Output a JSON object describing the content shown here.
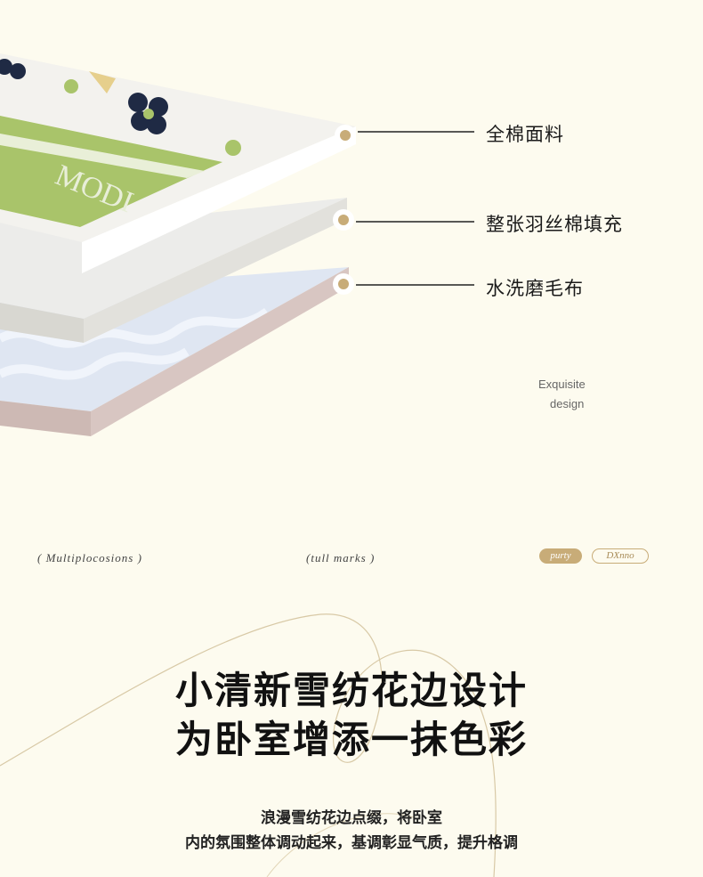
{
  "layers": [
    {
      "label": "全棉面料"
    },
    {
      "label": "整张羽丝棉填充"
    },
    {
      "label": "水洗磨毛布"
    }
  ],
  "tagline": {
    "line1": "Exquisite",
    "line2": "design"
  },
  "script_texts": {
    "left": "( Multiplocosions )",
    "center": "(tull marks )"
  },
  "pills": {
    "filled": "purty",
    "outline": "DXnno"
  },
  "headline": {
    "line1": "小清新雪纺花边设计",
    "line2": "为卧室增添一抹色彩"
  },
  "description": {
    "line1": "浪漫雪纺花边点缀，将卧室",
    "line2": "内的氛围整体调动起来，基调彰显气质，提升格调"
  },
  "colors": {
    "background": "#fdfbef",
    "accent_gold": "#c8ac78",
    "fabric_green": "#a9c46a",
    "flower_navy": "#1f2a44"
  }
}
